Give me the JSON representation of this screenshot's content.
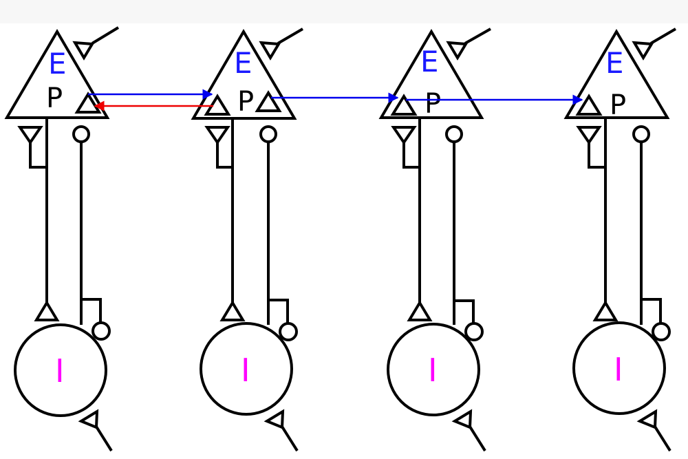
{
  "diagram": {
    "excitatory_label": "E",
    "pyramidal_label": "P",
    "inhibitory_label": "I",
    "colors": {
      "stroke": "#000000",
      "excitatory_text": "#1a1aff",
      "inhibitory_text": "#ff00ff",
      "forward_link": "#0000ee",
      "backward_link": "#ee0000",
      "background": "#ffffff",
      "topbar": "#f7f7f7"
    },
    "units": [
      {
        "id": "unit-1"
      },
      {
        "id": "unit-2"
      },
      {
        "id": "unit-3"
      },
      {
        "id": "unit-4"
      }
    ],
    "links": [
      {
        "from": "unit-1",
        "to": "unit-2",
        "type": "forward"
      },
      {
        "from": "unit-2",
        "to": "unit-1",
        "type": "backward"
      },
      {
        "from": "unit-2",
        "to": "unit-3",
        "type": "forward"
      },
      {
        "from": "unit-3",
        "to": "unit-4",
        "type": "forward"
      }
    ]
  }
}
